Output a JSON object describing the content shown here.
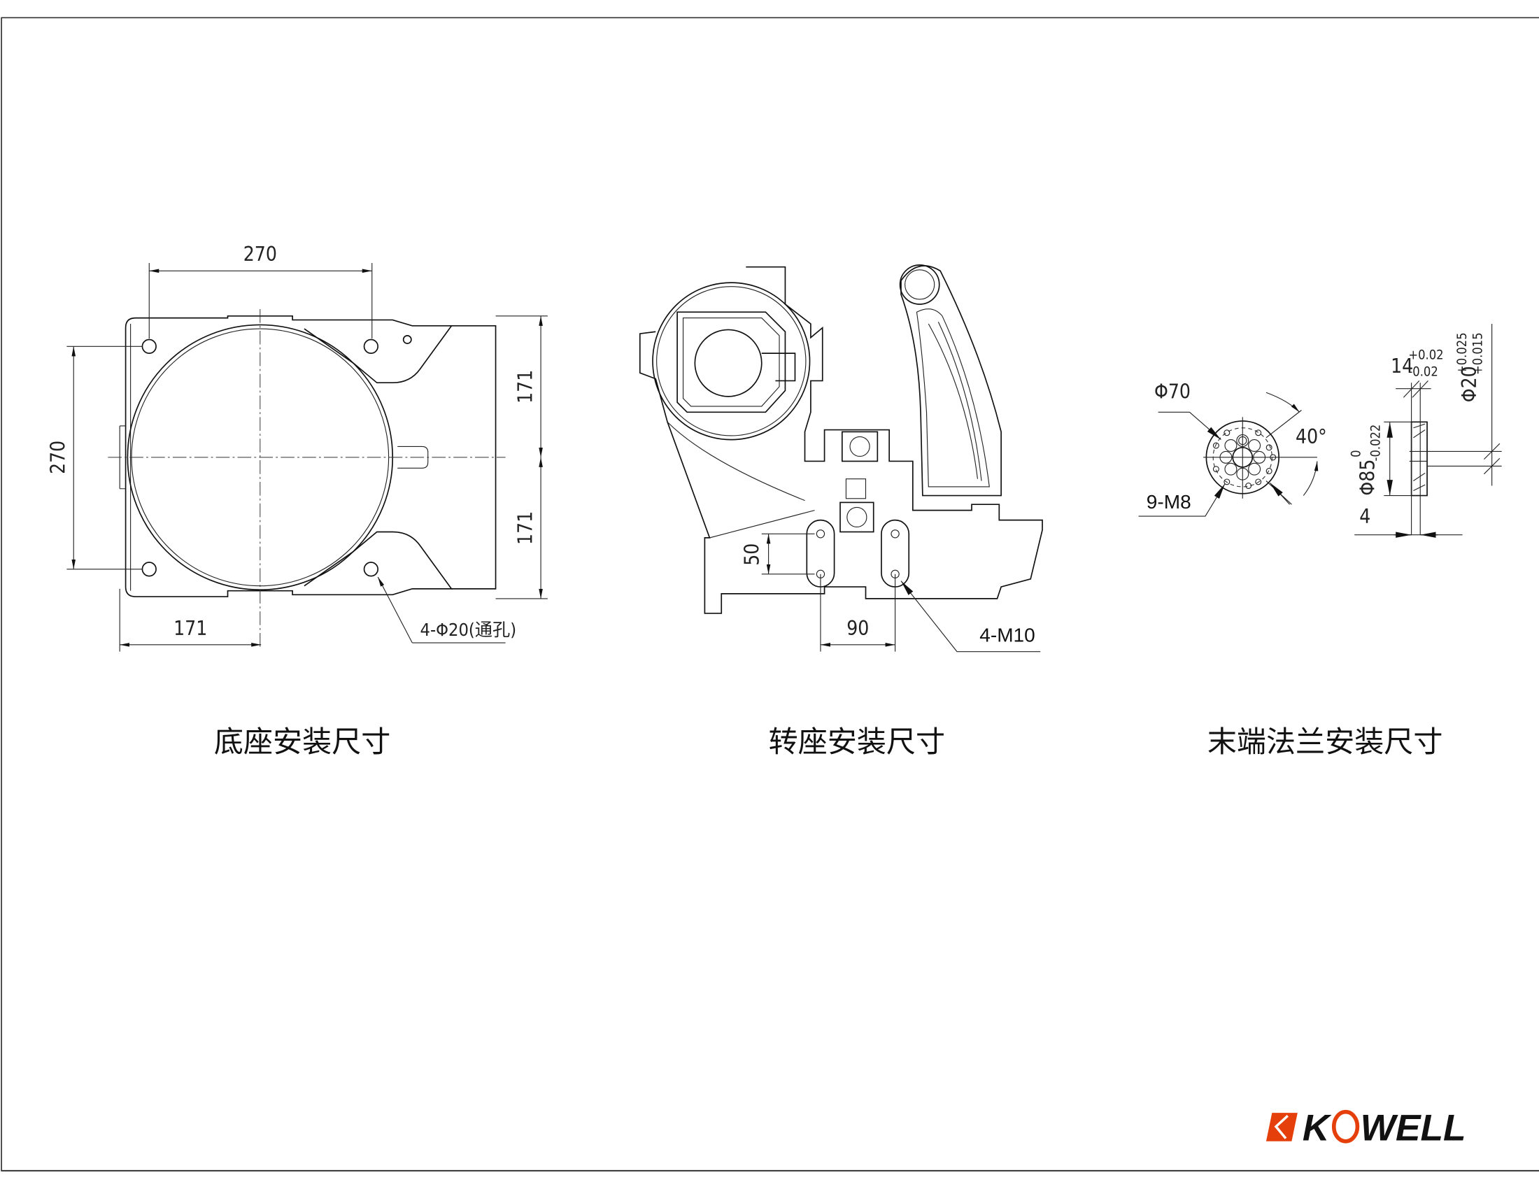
{
  "drawings": {
    "base": {
      "title": "底座安装尺寸",
      "dims": {
        "top_width": "270",
        "left_height": "270",
        "right_upper": "171",
        "right_lower": "171",
        "bottom_offset": "171",
        "holes": "4-Φ20(通孔)"
      }
    },
    "turret": {
      "title": "转座安装尺寸",
      "dims": {
        "slot_height": "50",
        "hole_spacing": "90",
        "threads": "4-M10"
      }
    },
    "flange": {
      "title": "末端法兰安装尺寸",
      "dims": {
        "pcd": "Φ70",
        "angle": "40°",
        "threads": "9-M8",
        "thickness": "14",
        "thickness_tol_upper": "+0.02",
        "thickness_tol_lower": "-0.02",
        "bore": "Φ20",
        "bore_tol_upper": "+0.025",
        "bore_tol_lower": "+0.015",
        "outer_dia": "Φ85",
        "outer_tol_upper": "0",
        "outer_tol_lower": "-0.022",
        "spigot_depth": "4"
      }
    }
  },
  "logo": {
    "text": "KOWELL",
    "colors": {
      "accent": "#e5400b",
      "text": "#111111"
    }
  }
}
